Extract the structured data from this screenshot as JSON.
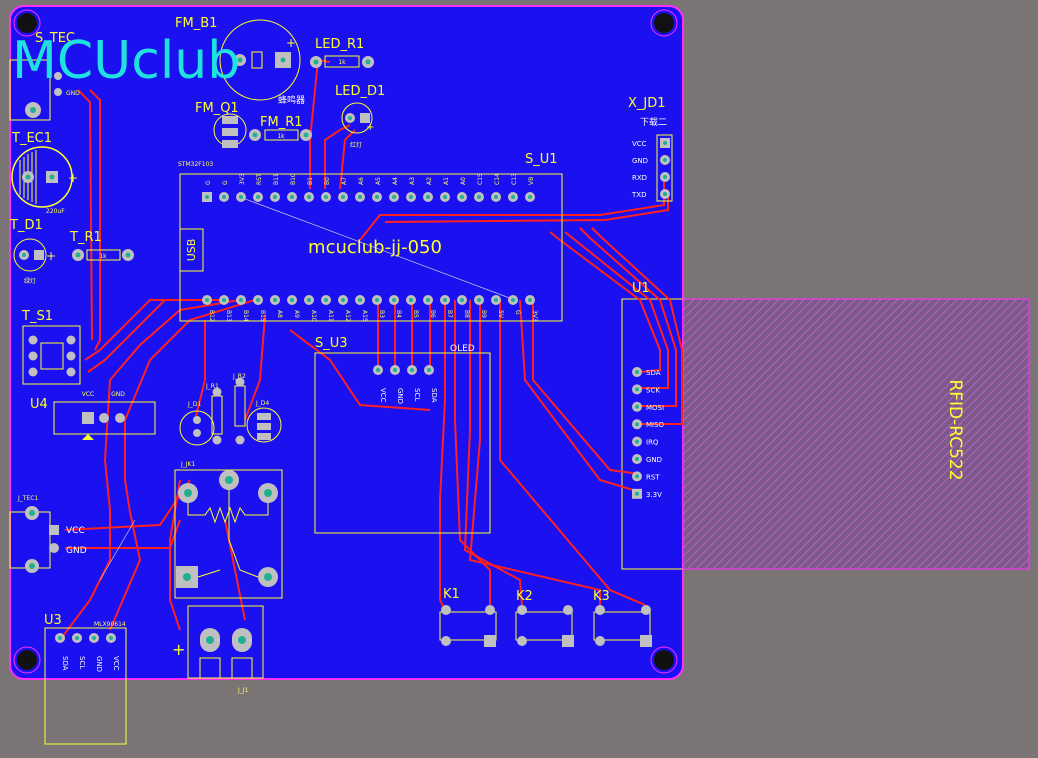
{
  "board": {
    "logo": "MCUclub",
    "silk_title": "mcuclub-jj-050",
    "usb_label": "USB",
    "oled_label": "OLED",
    "rfid_label": "RFID-RC522",
    "stm_label": "STM32F103"
  },
  "refs": {
    "s_tec": "S_TEC",
    "fm_b1": "FM_B1",
    "led_r1": "LED_R1",
    "led_d1": "LED_D1",
    "fm_q1": "FM_Q1",
    "fm_r1": "FM_R1",
    "t_ec1": "T_EC1",
    "t_d1": "T_D1",
    "t_r1": "T_R1",
    "t_s1": "T_S1",
    "x_jd1": "X_JD1",
    "s_u1": "S_U1",
    "u1": "U1",
    "u4": "U4",
    "s_u3": "S_U3",
    "j_r1": "J_R1",
    "j_r2": "J_R2",
    "j_d1": "J_D1",
    "j_d4": "J_D4",
    "j_jk1": "J_JK1",
    "j_tec1": "J_TEC1",
    "u3": "U3",
    "mlx": "MLX90614",
    "k1": "K1",
    "k2": "K2",
    "k3": "K3",
    "j_j1": "J_J1"
  },
  "labels": {
    "buzzer": "蜂鸣器",
    "download": "下载二",
    "red_led": "红灯",
    "green_led": "绿灯",
    "cap_value": "220uF",
    "res_1k": "1k",
    "vcc": "VCC",
    "gnd": "GND",
    "plus": "+",
    "minus": "-"
  },
  "xjd1_pins": [
    "VCC",
    "GND",
    "RXD",
    "TXD"
  ],
  "rfid_pins": [
    "SDA",
    "SCK",
    "MOSI",
    "MISO",
    "IRQ",
    "GND",
    "RST",
    "3.3V"
  ],
  "oled_pins": [
    "VCC",
    "GND",
    "SCL",
    "SDA"
  ],
  "u3_pins": [
    "SDA",
    "SCL",
    "GND",
    "VCC"
  ],
  "stm_top_pins": [
    "G",
    "G",
    "3V3",
    "RST",
    "B11",
    "B10",
    "B1",
    "B0",
    "A7",
    "A6",
    "A5",
    "A4",
    "A3",
    "A2",
    "A1",
    "A0",
    "C15",
    "C14",
    "C13",
    "VB"
  ],
  "stm_bottom_pins": [
    "B12",
    "B13",
    "B14",
    "B15",
    "A8",
    "A9",
    "A10",
    "A11",
    "A12",
    "A15",
    "B3",
    "B4",
    "B5",
    "B6",
    "B7",
    "B8",
    "B9",
    "5V",
    "G",
    "3V3"
  ],
  "colors": {
    "background": "#7a7474",
    "board": "#1a10f0",
    "outline": "#ff30ff",
    "silk": "#ffff30",
    "trace": "#ff2020",
    "logo": "#20e0e0",
    "pad": "#c0c0c0",
    "pad_hole": "#20b090"
  }
}
